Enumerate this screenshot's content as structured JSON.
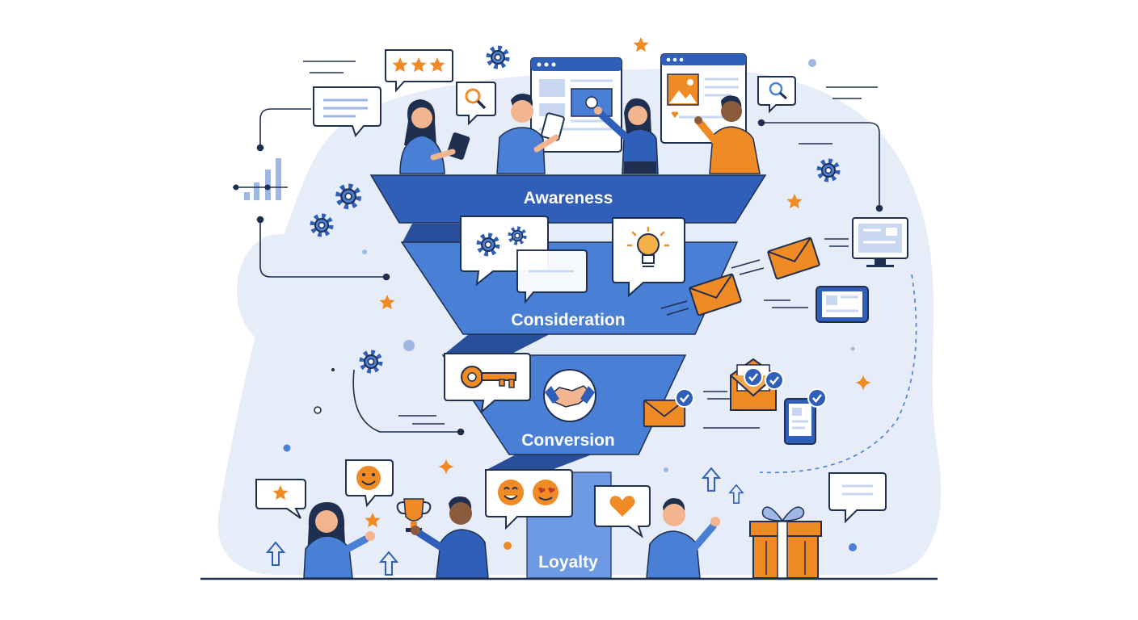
{
  "funnel": {
    "stages": [
      {
        "label": "Awareness"
      },
      {
        "label": "Consideration"
      },
      {
        "label": "Conversion"
      },
      {
        "label": "Loyalty"
      }
    ]
  },
  "colors": {
    "primary_blue": "#2f5fb8",
    "mid_blue": "#4a7fd6",
    "light_blue": "#e6ecf8",
    "navy": "#1e3a6e",
    "accent_orange": "#f08a24",
    "skin": "#f3b58f",
    "outline": "#1f2f4f"
  },
  "icons": [
    "star-rating-icon",
    "chat-bubble-icon",
    "search-icon",
    "gear-icon",
    "bar-chart-icon",
    "browser-window-icon",
    "image-card-icon",
    "lightbulb-icon",
    "envelope-icon",
    "monitor-icon",
    "tablet-icon",
    "key-icon",
    "handshake-icon",
    "checkmark-icon",
    "smiley-icon",
    "heart-icon",
    "trophy-icon",
    "gift-icon",
    "up-arrow-icon",
    "sparkle-icon"
  ]
}
